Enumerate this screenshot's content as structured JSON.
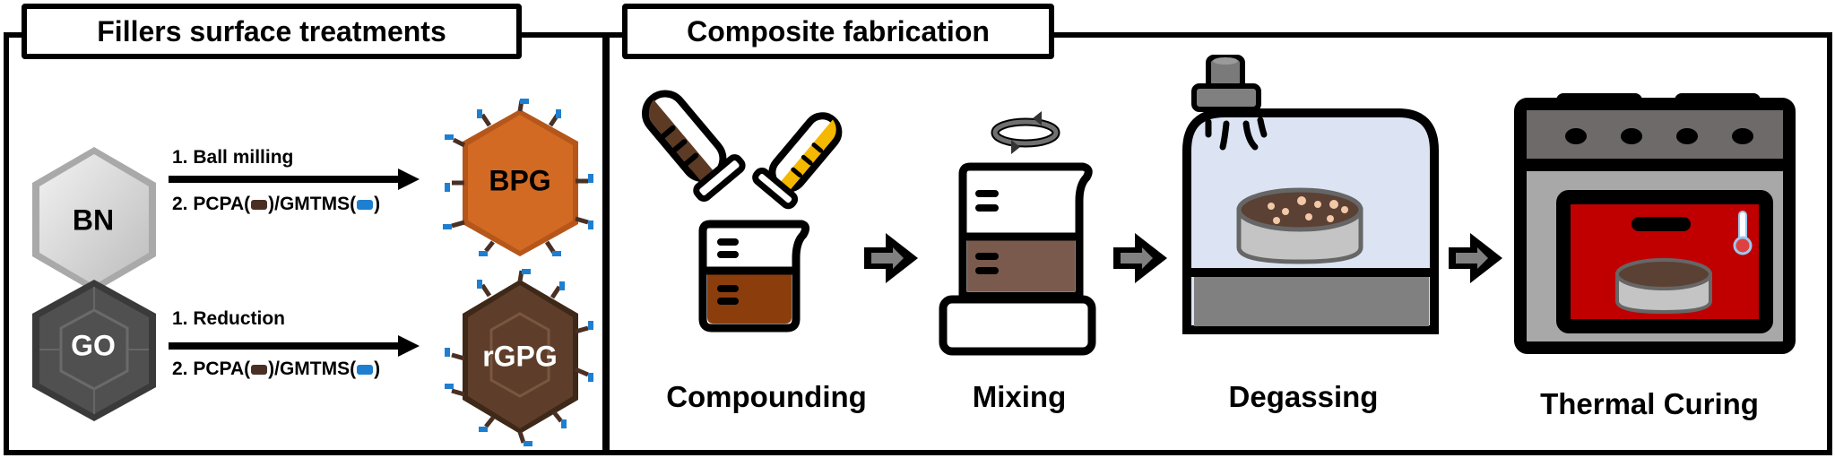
{
  "panels": {
    "left": {
      "title": "Fillers surface treatments",
      "rows": [
        {
          "source": {
            "label": "BN",
            "color": "#d9d9d9",
            "text_color": "#000000"
          },
          "step1": "1. Ball milling",
          "step2_prefix": "2. PCPA(",
          "step2_mid": ")/GMTMS(",
          "step2_suffix": ")",
          "product": {
            "label": "BPG",
            "color": "#c8631a",
            "text_color": "#000000"
          }
        },
        {
          "source": {
            "label": "GO",
            "color": "#4a4a4a",
            "text_color": "#ffffff"
          },
          "step1": "1. Reduction",
          "step2_prefix": "2. PCPA(",
          "step2_mid": ")/GMTMS(",
          "step2_suffix": ")",
          "product": {
            "label": "rGPG",
            "color": "#5a3a28",
            "text_color": "#ffffff"
          }
        }
      ],
      "legend_colors": {
        "PCPA": "#4a3024",
        "GMTMS": "#1e7fd0"
      }
    },
    "right": {
      "title": "Composite fabrication",
      "steps": [
        {
          "label": "Compounding",
          "icon": "test-tubes-beaker-icon"
        },
        {
          "label": "Mixing",
          "icon": "rotating-mixer-icon"
        },
        {
          "label": "Degassing",
          "icon": "vacuum-chamber-icon"
        },
        {
          "label": "Thermal Curing",
          "icon": "oven-icon"
        }
      ]
    }
  },
  "colors": {
    "compound_liquid": "#8b3e0c",
    "mixed_liquid": "#7a5a4c",
    "yellow_tube": "#f5b800",
    "brown_tube": "#5c3a24",
    "chamber_glass": "#dce3f3",
    "oven_red": "#c00000",
    "gray": "#808080",
    "light_gray": "#a8a8a8"
  }
}
